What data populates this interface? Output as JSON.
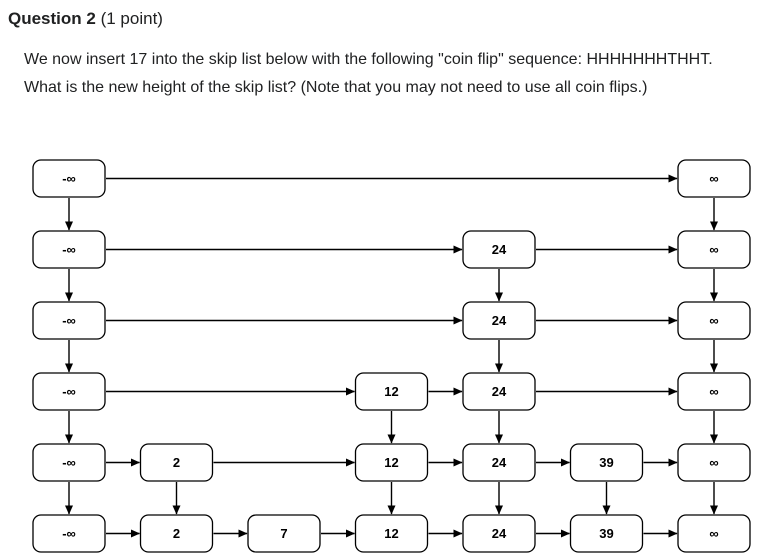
{
  "header": {
    "title": "Question 2",
    "points": "(1 point)"
  },
  "question": {
    "text": "We now insert 17 into the skip list below with the following \"coin flip\" sequence: HHHHHHHTHHT. What is the new height of the skip list? (Note that you may not need to use all coin flips.)",
    "insert_value": "17",
    "coin_flip_sequence": "HHHHHHHTHHT"
  },
  "diagram": {
    "type": "skip-list",
    "num_levels": 6,
    "columns": [
      "-∞",
      "2",
      "7",
      "12",
      "24",
      "39",
      "∞"
    ],
    "levels": [
      {
        "level": 6,
        "keys": [
          "-∞",
          "∞"
        ]
      },
      {
        "level": 5,
        "keys": [
          "-∞",
          "24",
          "∞"
        ]
      },
      {
        "level": 4,
        "keys": [
          "-∞",
          "24",
          "∞"
        ]
      },
      {
        "level": 3,
        "keys": [
          "-∞",
          "12",
          "24",
          "∞"
        ]
      },
      {
        "level": 2,
        "keys": [
          "-∞",
          "2",
          "12",
          "24",
          "39",
          "∞"
        ]
      },
      {
        "level": 1,
        "keys": [
          "-∞",
          "2",
          "7",
          "12",
          "24",
          "39",
          "∞"
        ]
      }
    ],
    "colors": {
      "box_fill": "#ffffff",
      "box_border": "#000000",
      "arrow": "#000000",
      "label": "#000000"
    }
  }
}
